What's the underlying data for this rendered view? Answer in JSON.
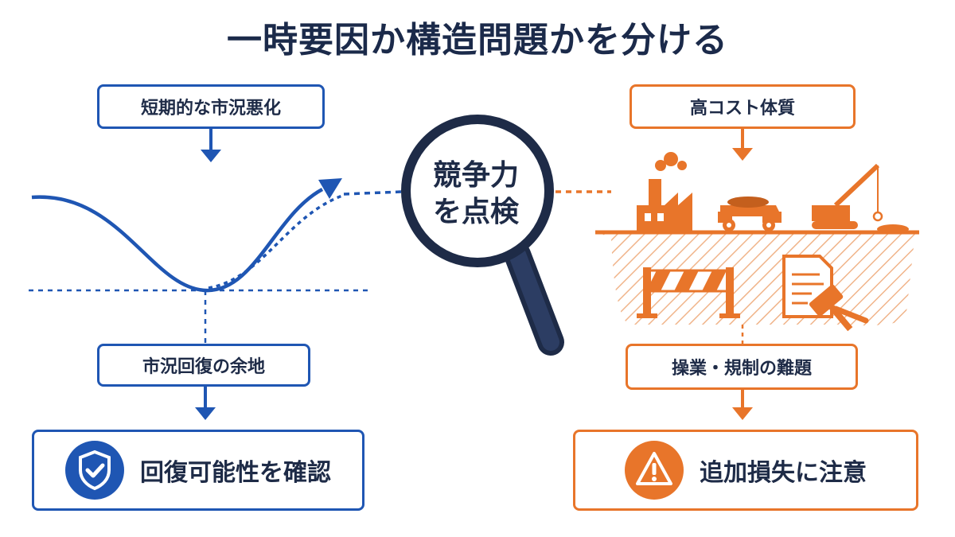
{
  "title": "一時要因か構造問題かを分ける",
  "left": {
    "top_label": "短期的な市況悪化",
    "mid_label": "市況回復の余地",
    "result_label": "回復可能性を確認",
    "color": "#1f56b3"
  },
  "right": {
    "top_label": "高コスト体質",
    "mid_label": "操業・規制の難題",
    "result_label": "追加損失に注意",
    "color": "#e8752a"
  },
  "center": {
    "line1": "競争力",
    "line2": "を点検"
  },
  "icons": [
    "shield-check-icon",
    "warning-icon",
    "magnifier-icon",
    "factory-icon",
    "dump-truck-icon",
    "crane-icon",
    "barrier-icon",
    "document-gavel-icon"
  ]
}
